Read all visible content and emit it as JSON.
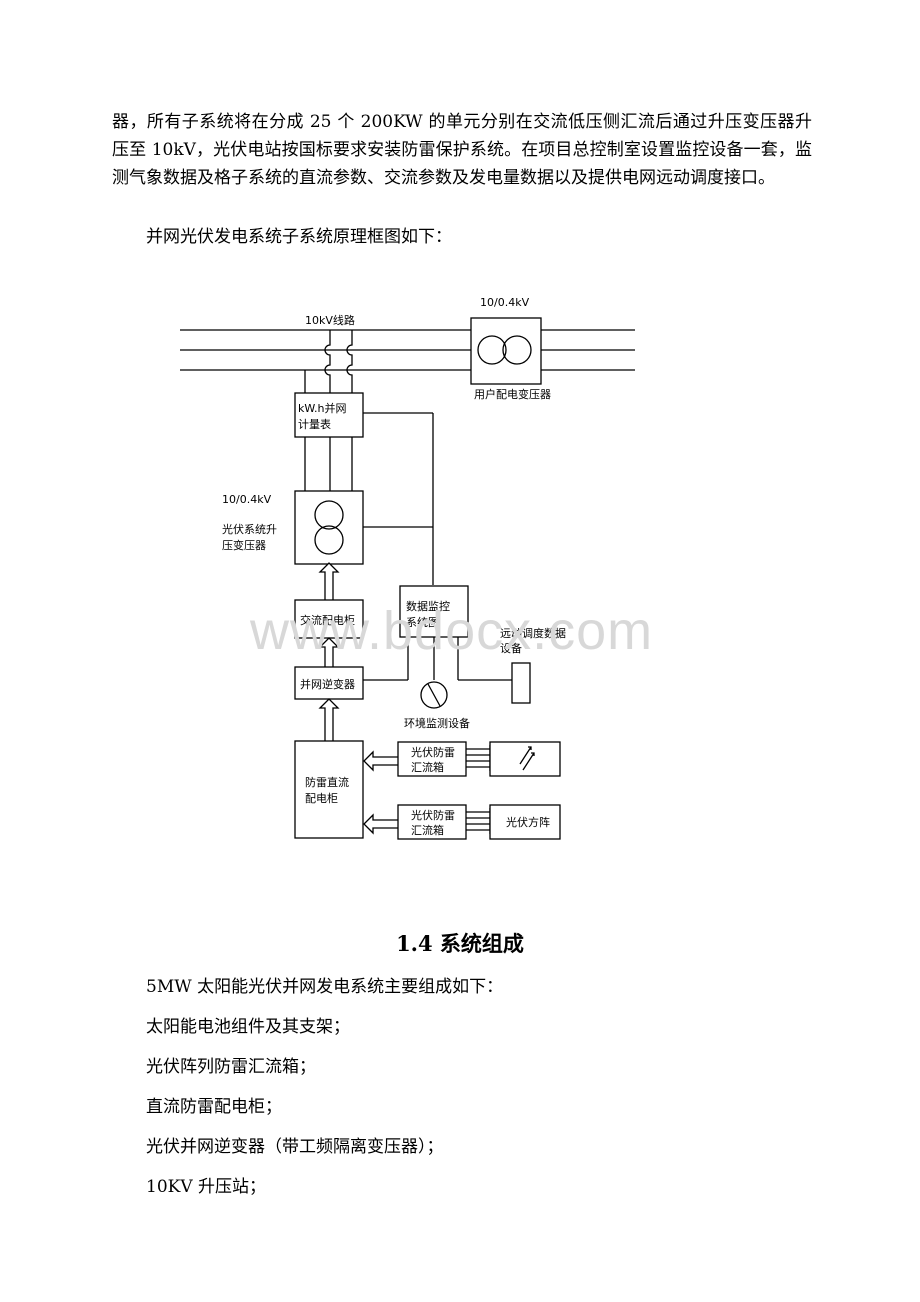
{
  "intro_paragraph": "器，所有子系统将在分成 25 个 200KW 的单元分别在交流低压侧汇流后通过升压变压器升压至 10kV，光伏电站按国标要求安装防雷保护系统。在项目总控制室设置监控设备一套，监测气象数据及格子系统的直流参数、交流参数及发电量数据以及提供电网远动调度接口。",
  "diagram_intro": "并网光伏发电系统子系统原理框图如下：",
  "diagram": {
    "line_label": "10kV线路",
    "user_transformer_rating": "10/0.4kV",
    "user_transformer_label": "用户配电变压器",
    "meter_label_1": "kW.h并网",
    "meter_label_2": "计量表",
    "pv_transformer_rating": "10/0.4kV",
    "pv_transformer_label_1": "光伏系统升",
    "pv_transformer_label_2": "压变压器",
    "ac_cabinet": "交流配电柜",
    "inverter": "并网逆变器",
    "monitor_label_1": "数据监控",
    "monitor_label_2": "系统图",
    "remote_label_1": "远动调度数据",
    "remote_label_2": "设备",
    "env_label": "环境监测设备",
    "dc_cabinet_1": "防雷直流",
    "dc_cabinet_2": "配电柜",
    "combiner_label_1": "光伏防雷",
    "combiner_label_2": "汇流箱",
    "array_label": "光伏方阵"
  },
  "watermark": "www.bdocx.com",
  "section_heading": "1.4 系统组成",
  "list_intro": "5MW 太阳能光伏并网发电系统主要组成如下：",
  "components": [
    "太阳能电池组件及其支架；",
    "光伏阵列防雷汇流箱；",
    "直流防雷配电柜；",
    "光伏并网逆变器（带工频隔离变压器）；",
    "10KV 升压站；"
  ]
}
